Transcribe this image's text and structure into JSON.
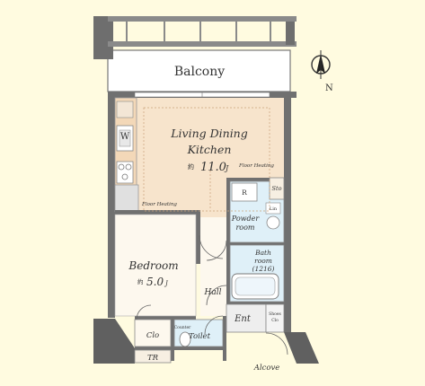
{
  "colors": {
    "background": "#fffbe0",
    "wall": "#7a7a7a",
    "wall_dark": "#5f5f5f",
    "ldk_floor": "#f7e4cc",
    "room_floor": "#fdf8ee",
    "wet_floor": "#dff0f8",
    "balcony_floor": "#ffffff",
    "line": "#555555"
  },
  "rooms": {
    "balcony": "Balcony",
    "ldk_line1": "Living Dining",
    "ldk_line2": "Kitchen",
    "ldk_size_prefix": "約",
    "ldk_size": "11.0",
    "ldk_size_suffix": "J",
    "bedroom": "Bedroom",
    "bedroom_size_prefix": "約",
    "bedroom_size": "5.0",
    "bedroom_size_suffix": "J",
    "powder_room_1": "Powder",
    "powder_room_2": "room",
    "bathroom_1": "Bath",
    "bathroom_2": "room",
    "bathroom_3": "(1216)",
    "hall": "Hall",
    "entrance": "Ent",
    "toilet": "Toilet",
    "closet": "Clo",
    "trunk_room": "TR",
    "alcove": "Alcove",
    "shoe_closet_1": "Shoes",
    "shoe_closet_2": "Clo",
    "storage": "Sto",
    "washer": "W",
    "refrigerator": "R",
    "counter": "Counter",
    "floor_heating_ldk": "Floor Heating",
    "floor_heating_kitchen": "Floor Heating",
    "linen": "Lin"
  },
  "compass": {
    "north_label": "N"
  }
}
